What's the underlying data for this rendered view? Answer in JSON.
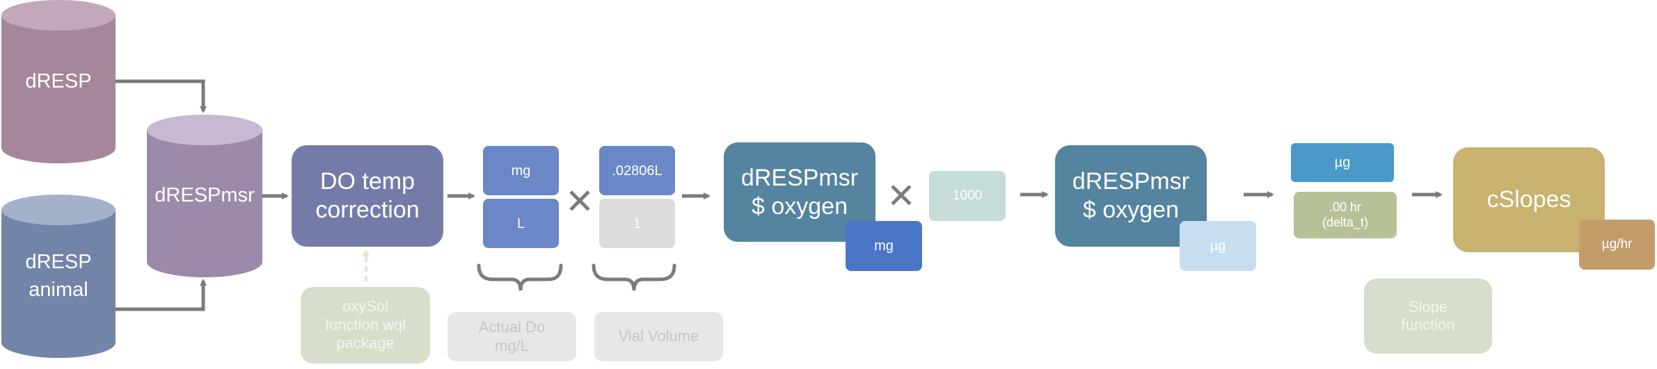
{
  "nodes": {
    "drESP_db": "dRESP",
    "drESP_animal_db": "dRESP\nanimal",
    "drESPmsr_db": "dRESPmsr",
    "do_temp_correction": "DO temp\ncorrection",
    "oxysol_note": "oxySol\nfunction wql\npackage",
    "unit_mg_top": "mg",
    "unit_L": "L",
    "vial_volume_value": ".02806L",
    "vial_volume_denominator": "1",
    "actual_do_label": "Actual Do\nmg/L",
    "vial_volume_label": "Vial Volume",
    "drESPmsr_oxygen_1": "dRESPmsr\n$ oxygen",
    "unit_mg_result": "mg",
    "factor_1000": "1000",
    "drESPmsr_oxygen_2": "dRESPmsr\n$ oxygen",
    "unit_ug_result": "µg",
    "unit_ug_top": "µg",
    "delta_t": ".00 hr\n(delta_t)",
    "slope_function": "Slope\nfunction",
    "cslopes": "cSlopes",
    "unit_ug_hr": "µg/hr"
  },
  "operators": {
    "multiply_1": "✕",
    "multiply_2": "✕"
  },
  "colors": {
    "mauve_cylinder": "#a6869a",
    "blue_cylinder": "#7384a9",
    "purple_cylinder": "#9c8aaa",
    "slate_box": "#737ca9",
    "blue_box": "#6a87c8",
    "gray_box": "#dcdcdc",
    "teal_box": "#54849f",
    "deep_blue_box": "#4b76c8",
    "mint_box": "#c5dcd8",
    "light_blue_box": "#c6def0",
    "sky_box": "#4b99c9",
    "olive_box": "#b7c197",
    "gold_box": "#c7b26f",
    "tan_box": "#c39d69",
    "sage_note": "#d5dfcc",
    "light_note": "#e7e7e7",
    "arrow": "#7b7b7b"
  }
}
